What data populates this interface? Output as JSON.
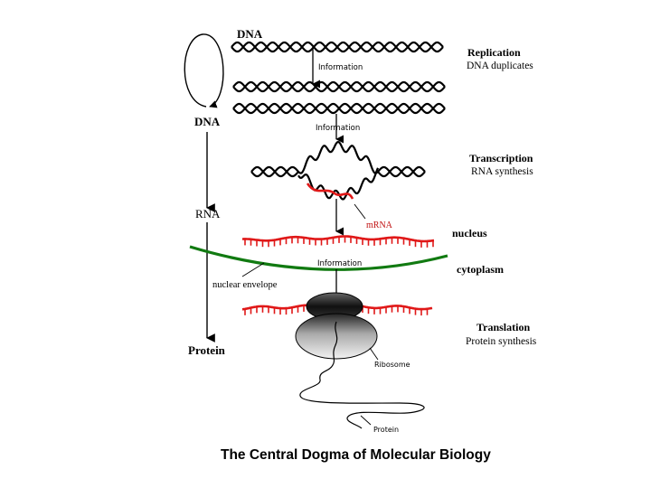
{
  "labels": {
    "dna_top": "DNA",
    "dna_left": "DNA",
    "rna_left": "RNA",
    "protein_left": "Protein",
    "information_1": "Information",
    "information_2": "Information",
    "information_3": "Information",
    "replication_title": "Replication",
    "replication_sub": "DNA duplicates",
    "transcription_title": "Transcription",
    "transcription_sub": "RNA synthesis",
    "mrna": "mRNA",
    "nucleus": "nucleus",
    "cytoplasm": "cytoplasm",
    "nuclear_envelope": "nuclear envelope",
    "translation_title": "Translation",
    "translation_sub": "Protein synthesis",
    "ribosome": "Ribosome",
    "protein_chain": "Protein"
  },
  "caption": "The Central Dogma of Molecular Biology",
  "colors": {
    "ink": "#000000",
    "mrna": "#e01818",
    "envelope": "#117a11",
    "ribosome_dark": "#1a1a1a",
    "ribosome_light": "#d8d8d8"
  }
}
